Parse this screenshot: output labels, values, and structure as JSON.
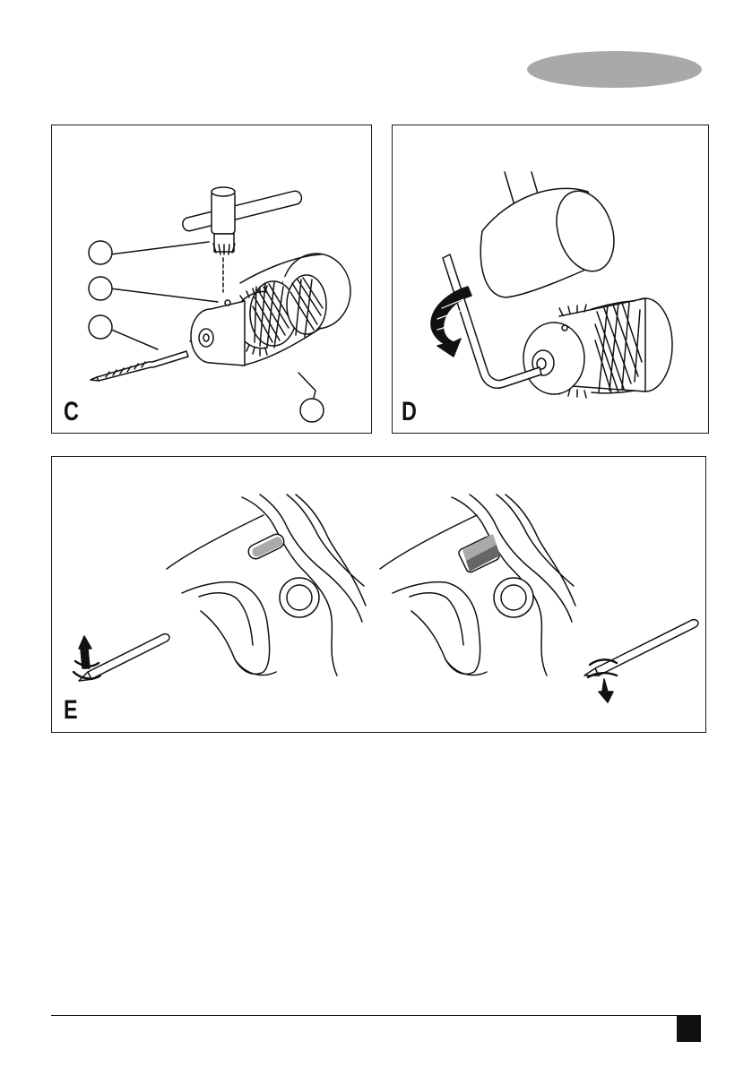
{
  "figures": {
    "c": {
      "label": "C"
    },
    "d": {
      "label": "D"
    },
    "e": {
      "label": "E"
    }
  },
  "colors": {
    "ink": "#111111",
    "language_tab": "#a9a9a9",
    "panel_border": "#1a1a1a"
  }
}
